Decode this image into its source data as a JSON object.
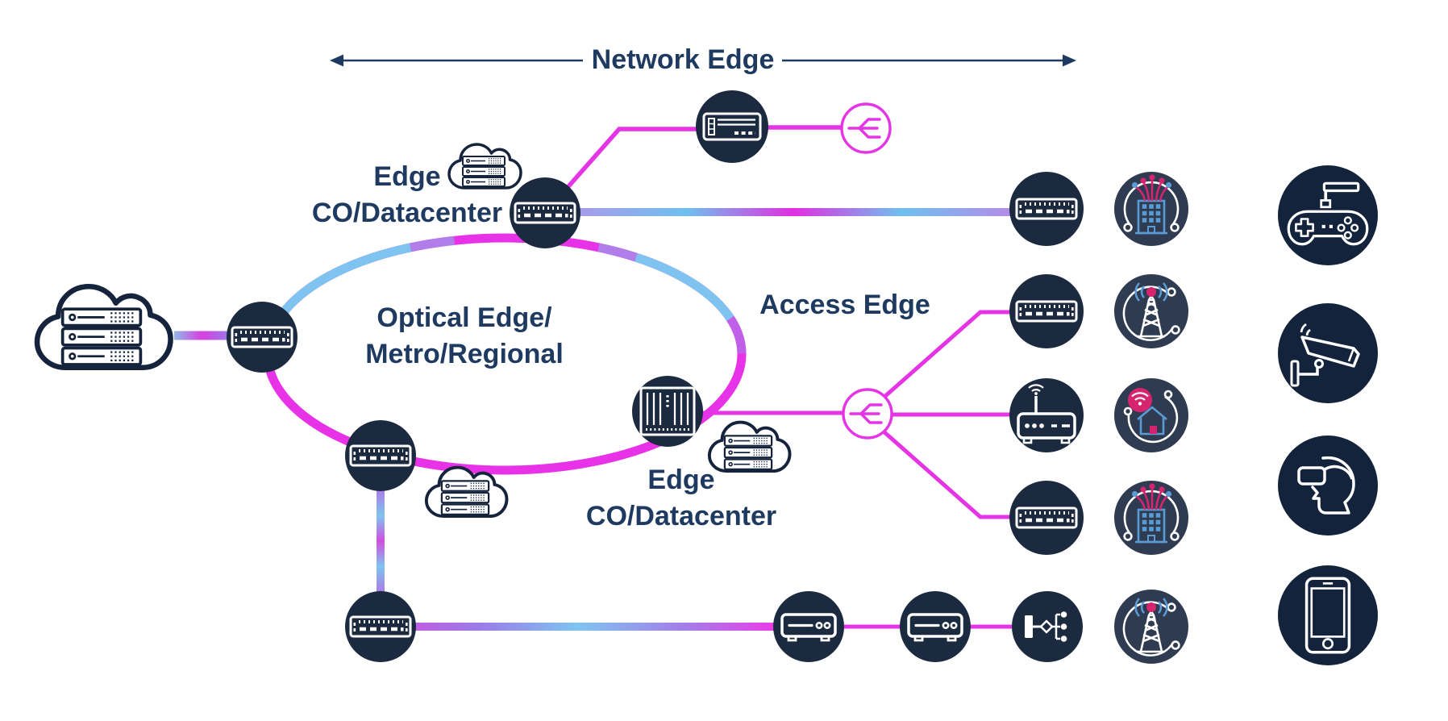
{
  "title": "Network Edge",
  "labels": {
    "edge_co_top_line1": "Edge",
    "edge_co_top_line2": "CO/Datacenter",
    "ring_line1": "Optical Edge/",
    "ring_line2": "Metro/Regional",
    "access_edge": "Access Edge",
    "edge_co_right_line1": "Edge",
    "edge_co_right_line2": "CO/Datacenter"
  },
  "colors": {
    "background": "#ffffff",
    "text_navy": "#1f3a60",
    "arrow_navy": "#1f3a60",
    "node_circle": "#1c2a40",
    "device_circle": "#14233c",
    "icon_circle": "#2f3b50",
    "magenta": "#e534e5",
    "purple": "#a87ce9",
    "light_blue": "#7fc4f0",
    "fiber_pink": "#d6246e",
    "icon_blue": "#5b9bd5",
    "icon_white": "#ffffff"
  },
  "nodes": [
    {
      "name": "core-cloud",
      "icon": "cloud-servers-icon"
    },
    {
      "name": "optical-ring-node-left",
      "icon": "switch-icon"
    },
    {
      "name": "edge-co-datacenter-node-top",
      "icon": "switch-icon"
    },
    {
      "name": "optical-ring-node-bottom-left",
      "icon": "switch-icon"
    },
    {
      "name": "edge-co-datacenter-node-right",
      "icon": "chassis-icon"
    },
    {
      "name": "edge-server-node",
      "icon": "server-icon"
    },
    {
      "name": "access-splitter-top",
      "icon": "splitter-icon"
    },
    {
      "name": "access-splitter-mid",
      "icon": "splitter-icon"
    },
    {
      "name": "aggregation-node-bottom",
      "icon": "switch-icon"
    },
    {
      "name": "access-switch-row1",
      "icon": "switch-icon"
    },
    {
      "name": "access-switch-row2",
      "icon": "switch-icon"
    },
    {
      "name": "wifi-router-node",
      "icon": "wifi-router-icon"
    },
    {
      "name": "access-switch-row4",
      "icon": "switch-icon"
    },
    {
      "name": "modem-node-1",
      "icon": "modem-icon"
    },
    {
      "name": "modem-node-2",
      "icon": "modem-icon"
    },
    {
      "name": "splitter-node-bottom",
      "icon": "splitter-tree-icon"
    },
    {
      "name": "endpoint-fiber-building-1",
      "icon": "fiber-building-icon"
    },
    {
      "name": "endpoint-cell-tower-1",
      "icon": "cell-tower-icon"
    },
    {
      "name": "endpoint-smart-home",
      "icon": "smart-home-icon"
    },
    {
      "name": "endpoint-fiber-building-2",
      "icon": "fiber-building-icon"
    },
    {
      "name": "endpoint-cell-tower-2",
      "icon": "cell-tower-icon"
    },
    {
      "name": "device-game-controller",
      "icon": "game-controller-icon"
    },
    {
      "name": "device-security-camera",
      "icon": "security-camera-icon"
    },
    {
      "name": "device-vr-headset",
      "icon": "vr-headset-icon"
    },
    {
      "name": "device-smartphone",
      "icon": "smartphone-icon"
    }
  ]
}
